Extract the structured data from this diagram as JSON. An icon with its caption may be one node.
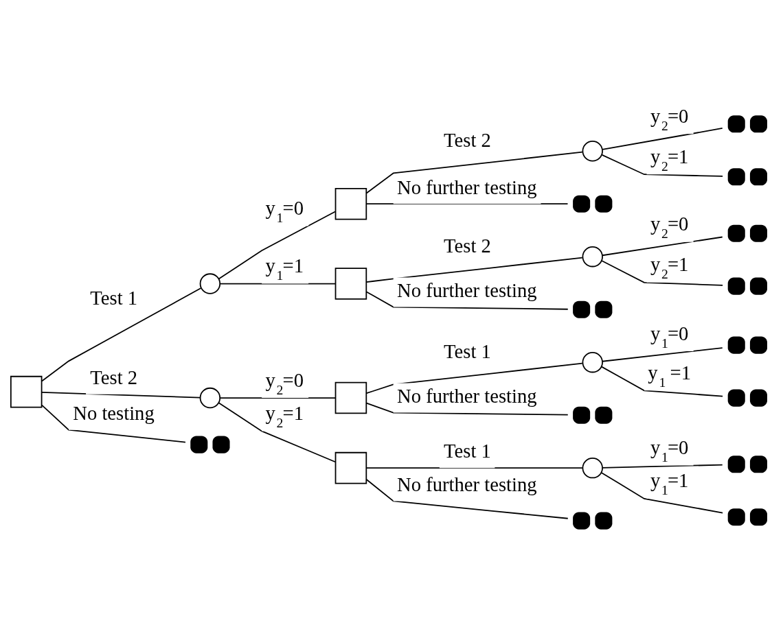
{
  "diagram": {
    "nodes": [
      {
        "text": [],
        "shape": "box"
      },
      {
        "text": [],
        "shape": "circle"
      },
      {
        "text": [],
        "shape": "box"
      },
      {
        "text": [],
        "shape": "circle"
      },
      {
        "text": [],
        "shape": "dots"
      },
      {
        "text": [],
        "shape": "dots"
      },
      {
        "text": [],
        "shape": "dots"
      },
      {
        "text": [],
        "shape": "box"
      },
      {
        "text": [],
        "shape": "circle"
      },
      {
        "text": [],
        "shape": "dots"
      },
      {
        "text": [],
        "shape": "dots"
      },
      {
        "text": [],
        "shape": "dots"
      },
      {
        "text": [],
        "shape": "circle"
      },
      {
        "text": [],
        "shape": "box"
      },
      {
        "text": [],
        "shape": "circle"
      },
      {
        "text": [],
        "shape": "dots"
      },
      {
        "text": [],
        "shape": "dots"
      },
      {
        "text": [],
        "shape": "dots"
      },
      {
        "text": [],
        "shape": "box"
      },
      {
        "text": [],
        "shape": "circle"
      },
      {
        "text": [],
        "shape": "dots"
      },
      {
        "text": [],
        "shape": "dots"
      },
      {
        "text": [],
        "shape": "dots"
      },
      {
        "text": [],
        "shape": "dots"
      }
    ],
    "edges": [
      {
        "from": 0,
        "to": 1,
        "arrow": "none",
        "label": "Test 1"
      },
      {
        "from": 1,
        "to": 2,
        "arrow": "none",
        "label": "y$_{1}$=0"
      },
      {
        "from": 2,
        "to": 3,
        "arrow": "none",
        "label": "Test 2"
      },
      {
        "from": 3,
        "to": 4,
        "arrow": "none",
        "label": "y$_{2}$=0"
      },
      {
        "from": 3,
        "to": 5,
        "arrow": "none",
        "label": "y$_{2}$=1"
      },
      {
        "from": 2,
        "to": 6,
        "arrow": "none",
        "label": "No further testing"
      },
      {
        "from": 1,
        "to": 7,
        "arrow": "none",
        "label": "y$_{1}$=1"
      },
      {
        "from": 7,
        "to": 8,
        "arrow": "none",
        "label": "Test 2"
      },
      {
        "from": 8,
        "to": 9,
        "arrow": "none",
        "label": "y$_{2}$=0"
      },
      {
        "from": 8,
        "to": 10,
        "arrow": "none",
        "label": "y$_{2}$=1"
      },
      {
        "from": 7,
        "to": 11,
        "arrow": "none",
        "label": "No further testing"
      },
      {
        "from": 0,
        "to": 12,
        "arrow": "none",
        "label": "Test 2"
      },
      {
        "from": 12,
        "to": 13,
        "arrow": "none",
        "label": "y$_{2}$=0"
      },
      {
        "from": 13,
        "to": 14,
        "arrow": "none",
        "label": "Test 1"
      },
      {
        "from": 14,
        "to": 15,
        "arrow": "none",
        "label": "y$_{1}$=0"
      },
      {
        "from": 14,
        "to": 16,
        "arrow": "none",
        "label": "y$_{1}$ =1"
      },
      {
        "from": 13,
        "to": 17,
        "arrow": "none",
        "label": "No further testing"
      },
      {
        "from": 12,
        "to": 18,
        "arrow": "none",
        "label": "y$_{2}$=1"
      },
      {
        "from": 18,
        "to": 19,
        "arrow": "none",
        "label": "Test 1"
      },
      {
        "from": 19,
        "to": 20,
        "arrow": "none",
        "label": "y$_{1}$=0"
      },
      {
        "from": 19,
        "to": 21,
        "arrow": "none",
        "label": "y$_{1}$=1"
      },
      {
        "from": 18,
        "to": 22,
        "arrow": "none",
        "label": "No further testing"
      },
      {
        "from": 0,
        "to": 23,
        "arrow": "none",
        "label": "No testing"
      }
    ]
  }
}
